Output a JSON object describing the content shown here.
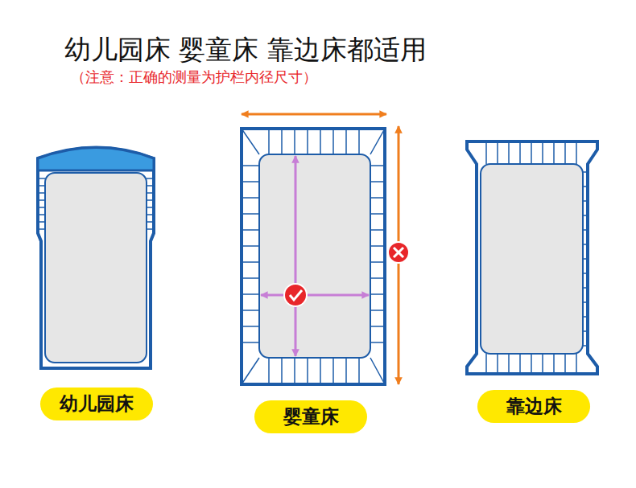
{
  "diagram": {
    "title": "幼儿园床 婴童床 靠边床都适用",
    "nodes": [
      {
        "text": [
          "幼儿园床"
        ]
      },
      {
        "text": [
          "婴童床"
        ]
      },
      {
        "text": [
          "靠边床"
        ]
      }
    ],
    "labels": [
      "（注意：正确的测量为护栏内径尺寸）"
    ]
  }
}
